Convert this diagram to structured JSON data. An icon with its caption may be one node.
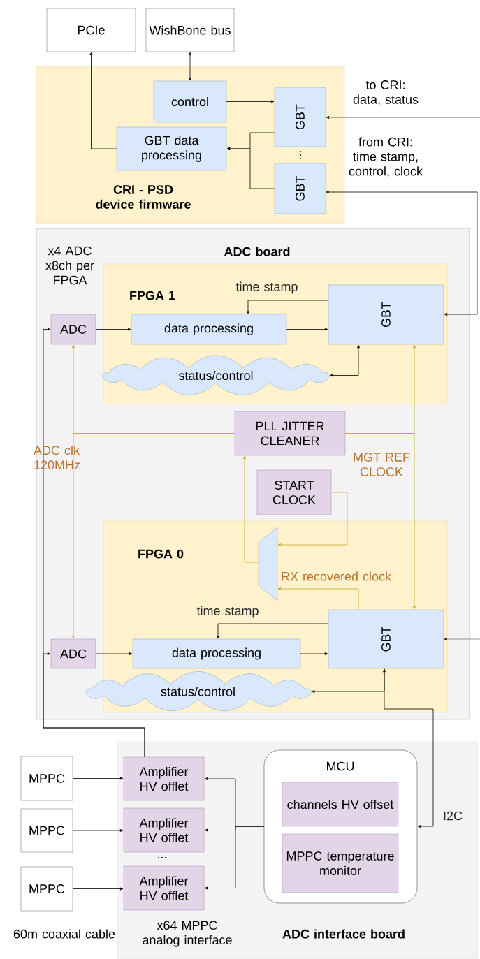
{
  "diagram": {
    "nodes": [
      {
        "text": [
          "PCIe"
        ]
      },
      {
        "text": [
          "WishBone bus"
        ]
      },
      {
        "text": [
          "CRI - PSD device firmware"
        ]
      },
      {
        "text": [
          "control"
        ],
        "in": 2
      },
      {
        "text": [
          "GBT data processing"
        ],
        "in": 2
      },
      {
        "text": [
          "GBT"
        ],
        "in": 2
      },
      {
        "text": [
          "GBT"
        ],
        "in": 2
      },
      {
        "text": [
          "ADC board"
        ]
      },
      {
        "text": [
          "FPGA 1"
        ],
        "in": 7
      },
      {
        "text": [
          "ADC"
        ],
        "in": 7
      },
      {
        "text": [
          "data processing"
        ],
        "in": 8
      },
      {
        "text": [
          "GBT"
        ],
        "in": 8
      },
      {
        "text": [
          "status/control"
        ],
        "in": 8
      },
      {
        "text": [
          "PLL JITTER CLEANER"
        ],
        "in": 7
      },
      {
        "text": [
          "START CLOCK"
        ],
        "in": 7
      },
      {
        "text": [
          "FPGA 0"
        ],
        "in": 7
      },
      {
        "text": [],
        "shape": "trapezoid",
        "in": 15
      },
      {
        "text": [
          "ADC"
        ],
        "in": 7
      },
      {
        "text": [
          "data processing"
        ],
        "in": 15
      },
      {
        "text": [
          "GBT"
        ],
        "in": 15
      },
      {
        "text": [
          "status/control"
        ],
        "in": 15
      },
      {
        "text": [
          "ADC interface board"
        ]
      },
      {
        "text": [
          "MPPC"
        ]
      },
      {
        "text": [
          "MPPC"
        ]
      },
      {
        "text": [
          "MPPC"
        ]
      },
      {
        "text": [
          "Amplifier HV offlet"
        ],
        "in": 21
      },
      {
        "text": [
          "Amplifier HV offlet"
        ],
        "in": 21
      },
      {
        "text": [
          "Amplifier HV offlet"
        ],
        "in": 21
      },
      {
        "text": [
          "MCU"
        ],
        "in": 21
      },
      {
        "text": [
          "channels HV offset"
        ],
        "in": 28
      },
      {
        "text": [
          "MPPC temperature monitor"
        ],
        "in": 28
      }
    ],
    "edges": [
      {
        "from": 4,
        "to": 0,
        "arrow": "to"
      },
      {
        "from": 1,
        "to": 3,
        "arrow": "both"
      },
      {
        "from": 3,
        "to": 5,
        "arrow": "to"
      },
      {
        "from": 5,
        "to": 4,
        "arrow": "to"
      },
      {
        "from": 6,
        "to": 4,
        "arrow": "to"
      },
      {
        "from": null,
        "to": 5,
        "arrow": "to"
      },
      {
        "from": 6,
        "to": 11,
        "arrow": "both"
      },
      {
        "from": null,
        "to": 19,
        "arrow": "to"
      },
      {
        "from": 9,
        "to": 10,
        "arrow": "to"
      },
      {
        "from": 10,
        "to": 11,
        "arrow": "to"
      },
      {
        "from": 11,
        "to": 10,
        "arrow": "to",
        "label": "time stamp"
      },
      {
        "from": 11,
        "to": 12,
        "arrow": "both"
      },
      {
        "from": 13,
        "to": 9,
        "arrow": "to",
        "color": "#c8a62a"
      },
      {
        "from": 13,
        "to": 17,
        "arrow": "to",
        "color": "#c8a62a",
        "label": "ADC clk 120MHz"
      },
      {
        "from": 13,
        "to": 11,
        "arrow": "to",
        "color": "#c8a62a"
      },
      {
        "from": 13,
        "to": 19,
        "arrow": "to",
        "color": "#c8a62a",
        "label": "MGT REF CLOCK"
      },
      {
        "from": 14,
        "to": 16,
        "arrow": "to",
        "color": "#c8a62a"
      },
      {
        "from": 16,
        "to": 13,
        "arrow": "to",
        "color": "#c8a62a"
      },
      {
        "from": 19,
        "to": 16,
        "arrow": "to",
        "color": "#c8a62a",
        "label": "RX recovered clock"
      },
      {
        "from": 19,
        "to": 18,
        "arrow": "to",
        "label": "time stamp"
      },
      {
        "from": 17,
        "to": 18,
        "arrow": "to"
      },
      {
        "from": 18,
        "to": 19,
        "arrow": "to"
      },
      {
        "from": 19,
        "to": 20,
        "arrow": "to"
      },
      {
        "from": 28,
        "to": 19,
        "arrow": "both",
        "label": "I2C"
      },
      {
        "from": 25,
        "to": 9,
        "arrow": "to"
      },
      {
        "from": 25,
        "to": 17,
        "arrow": "to"
      },
      {
        "from": 22,
        "to": 25,
        "arrow": "to"
      },
      {
        "from": 23,
        "to": 26,
        "arrow": "to"
      },
      {
        "from": 24,
        "to": 27,
        "arrow": "to"
      },
      {
        "from": 28,
        "to": 25,
        "arrow": "to"
      },
      {
        "from": 28,
        "to": 26,
        "arrow": "to"
      },
      {
        "from": 28,
        "to": 27,
        "arrow": "to"
      }
    ],
    "labels": [
      "to CRI: data, status",
      "from CRI: time stamp, control, clock",
      "...",
      "x4 ADC x8ch per FPGA",
      "...",
      "60m coaxial cable",
      "x64 MPPC analog interface"
    ]
  }
}
